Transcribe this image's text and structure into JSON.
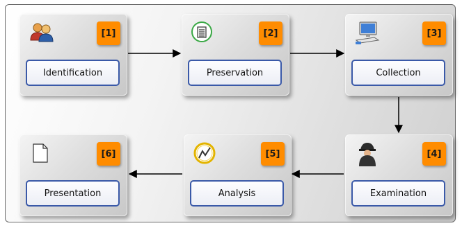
{
  "steps": [
    {
      "number": "[1]",
      "label": "Identification",
      "icon": "users-icon"
    },
    {
      "number": "[2]",
      "label": "Preservation",
      "icon": "document-list-icon"
    },
    {
      "number": "[3]",
      "label": "Collection",
      "icon": "computer-icon"
    },
    {
      "number": "[4]",
      "label": "Examination",
      "icon": "investigator-icon"
    },
    {
      "number": "[5]",
      "label": "Analysis",
      "icon": "analysis-chart-icon"
    },
    {
      "number": "[6]",
      "label": "Presentation",
      "icon": "blank-page-icon"
    }
  ],
  "colors": {
    "badge": "#ff8c00",
    "button_border": "#3a59a8",
    "arrow": "#000000"
  }
}
